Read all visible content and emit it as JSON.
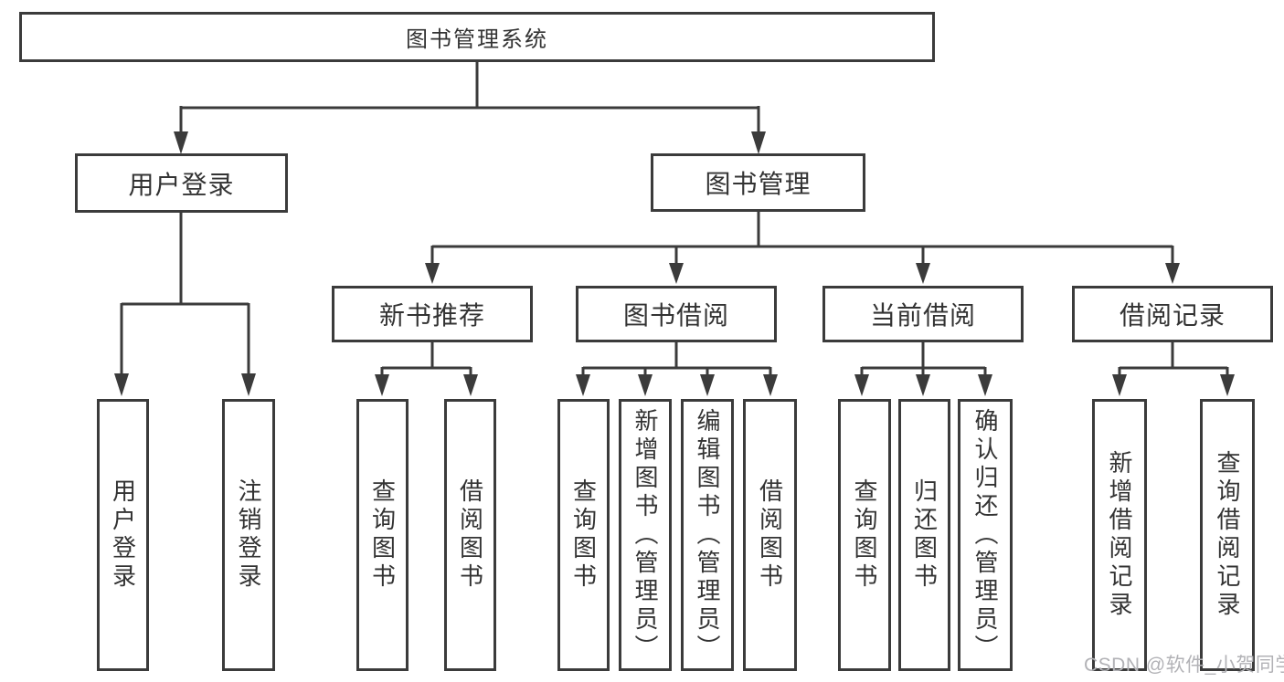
{
  "tree": {
    "root": {
      "label": "图书管理系统"
    },
    "branches": [
      {
        "label": "用户登录",
        "children": [
          {
            "label": "用户登录"
          },
          {
            "label": "注销登录"
          }
        ]
      },
      {
        "label": "图书管理",
        "sections": [
          {
            "label": "新书推荐",
            "children": [
              {
                "label": "查询图书"
              },
              {
                "label": "借阅图书"
              }
            ]
          },
          {
            "label": "图书借阅",
            "children": [
              {
                "label": "查询图书"
              },
              {
                "label": "新增图书（管理员）"
              },
              {
                "label": "编辑图书（管理员）"
              },
              {
                "label": "借阅图书"
              }
            ]
          },
          {
            "label": "当前借阅",
            "children": [
              {
                "label": "查询图书"
              },
              {
                "label": "归还图书"
              },
              {
                "label": "确认归还（管理员）"
              }
            ]
          },
          {
            "label": "借阅记录",
            "children": [
              {
                "label": "新增借阅记录"
              },
              {
                "label": "查询借阅记录"
              }
            ]
          }
        ]
      }
    ]
  },
  "watermark": {
    "text": "CSDN @软件_小贺同学"
  },
  "colors": {
    "line": "#3b3b3b",
    "text": "#333333",
    "watermark": "#b2b2b6",
    "background": "#ffffff"
  }
}
